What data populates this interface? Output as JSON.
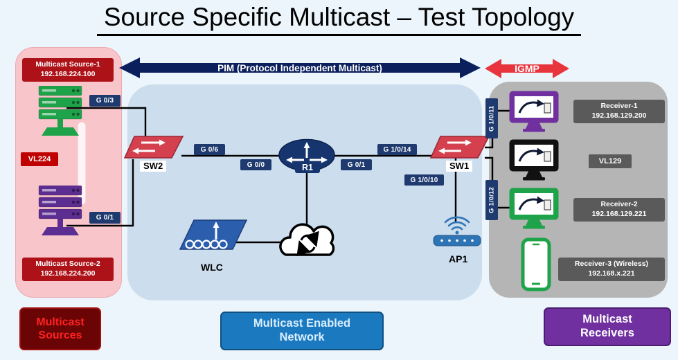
{
  "title": "Source Specific Multicast – Test Topology",
  "protocol_arrows": {
    "pim": "PIM (Protocol Independent Multicast)",
    "igmp": "IGMP"
  },
  "sources": {
    "source1_name": "Multicast Source-1",
    "source1_ip": "192.168.224.100",
    "source2_name": "Multicast Source-2",
    "source2_ip": "192.168.224.200",
    "vlan": "VL224"
  },
  "network": {
    "sw2": "SW2",
    "r1": "R1",
    "sw1": "SW1",
    "wlc": "WLC",
    "ap1": "AP1"
  },
  "ports": {
    "src1_to_sw2": "G 0/3",
    "src2_to_sw2": "G 0/1",
    "sw2_to_r1": "G 0/6",
    "r1_to_sw2": "G 0/0",
    "r1_to_sw1": "G 0/1",
    "sw1_to_r1": "G 1/0/14",
    "sw1_to_ap1": "G 1/0/10",
    "sw1_to_receiver1": "G 1/0/11",
    "sw1_to_receiver2": "G 1/0/12"
  },
  "receivers": {
    "vlan": "VL129",
    "receiver1_name": "Receiver-1",
    "receiver1_ip": "192.168.129.200",
    "receiver2_name": "Receiver-2",
    "receiver2_ip": "192.168.129.221",
    "receiver3_name": "Receiver-3 (Wireless)",
    "receiver3_ip": "192.168.x.221"
  },
  "legend": {
    "sources": "Multicast Sources",
    "network": "Multicast Enabled Network",
    "receivers": "Multicast Receivers"
  },
  "colors": {
    "pim_arrow": "#0a1f5c",
    "igmp_arrow": "#e8353d",
    "port_badge": "#1e3a6e",
    "source_badge": "#ad1218",
    "receiver_badge": "#5a5a5a",
    "sources_panel": "#f8c5cb",
    "network_panel": "#ccdded",
    "receivers_panel": "#b5b5b5",
    "source1_device": "#1fa34a",
    "source2_device": "#5d2e91",
    "legend_sources_bg": "#6b0404",
    "legend_network_bg": "#1b79c0",
    "legend_receivers_bg": "#7030a0"
  }
}
